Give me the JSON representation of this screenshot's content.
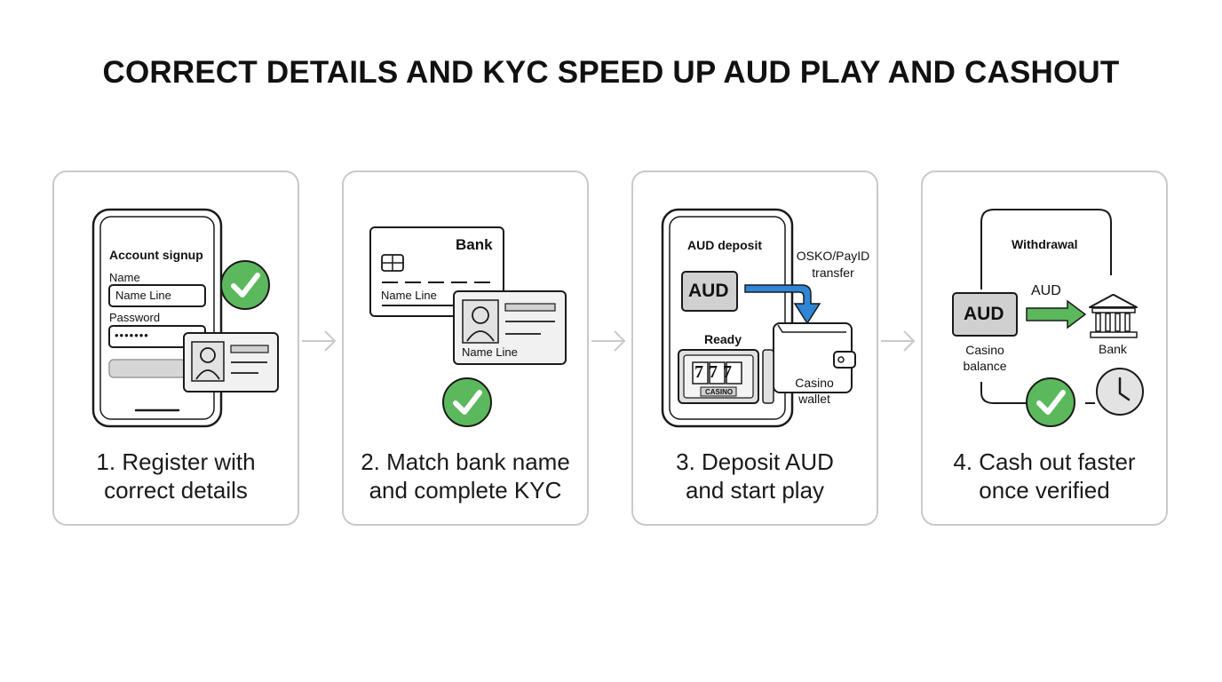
{
  "title": "CORRECT DETAILS AND KYC SPEED UP AUD PLAY AND CASHOUT",
  "colors": {
    "green": "#5cb85c",
    "blue": "#2f86d6",
    "gray": "#c9c9c9",
    "dark": "#1a1a1a"
  },
  "steps": [
    {
      "caption": [
        "1. Register with",
        "correct details"
      ],
      "labels": {
        "header": "Account signup",
        "name": "Name",
        "name_value": "Name Line",
        "password": "Password",
        "password_value": "•••••••"
      },
      "icons": [
        "phone-icon",
        "check-icon",
        "id-card-icon"
      ]
    },
    {
      "caption": [
        "2. Match bank name",
        "and complete KYC"
      ],
      "labels": {
        "bank": "Bank",
        "card_name": "Name Line",
        "id_name": "Name Line"
      },
      "icons": [
        "bank-card-icon",
        "id-card-icon",
        "check-icon"
      ]
    },
    {
      "caption": [
        "3. Deposit AUD",
        "and start play"
      ],
      "labels": {
        "header": "AUD deposit",
        "aud": "AUD",
        "transfer": [
          "OSKO/PayID",
          "transfer"
        ],
        "ready": "Ready",
        "slot": "777",
        "casino": "CASINO",
        "wallet": [
          "Casino",
          "wallet"
        ]
      },
      "icons": [
        "phone-icon",
        "transfer-arrow-icon",
        "slot-machine-icon",
        "wallet-icon"
      ]
    },
    {
      "caption": [
        "4. Cash out faster",
        "once verified"
      ],
      "labels": {
        "header": "Withdrawal",
        "aud_box": "AUD",
        "aud_arrow": "AUD",
        "casino_balance": [
          "Casino",
          "balance"
        ],
        "bank": "Bank"
      },
      "icons": [
        "arrow-right-icon",
        "bank-icon",
        "check-icon",
        "clock-icon"
      ]
    }
  ]
}
